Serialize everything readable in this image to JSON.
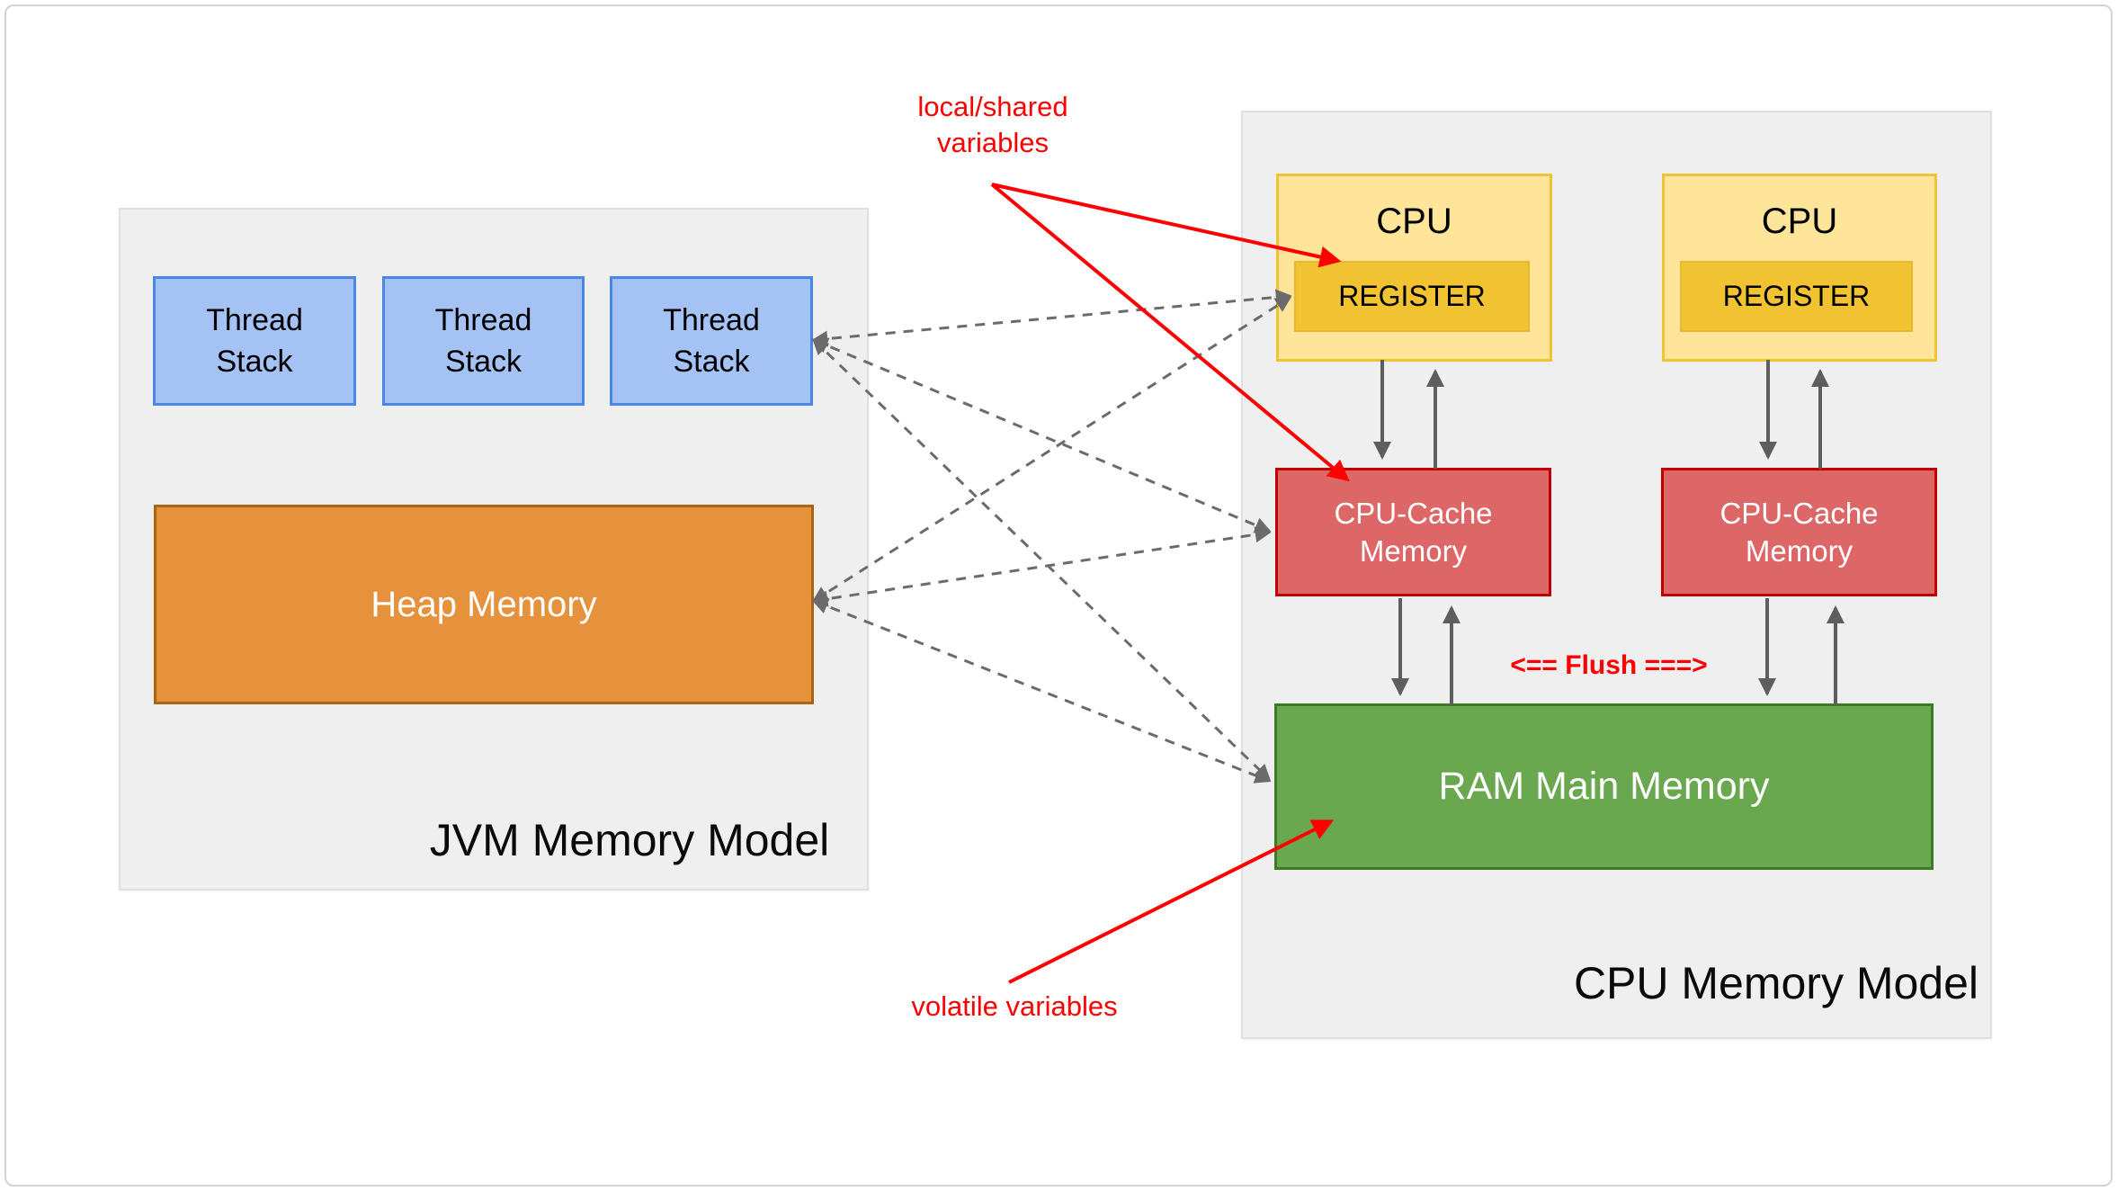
{
  "jvm_panel": {
    "title": "JVM Memory Model",
    "thread_stacks": [
      {
        "label": "Thread\nStack"
      },
      {
        "label": "Thread\nStack"
      },
      {
        "label": "Thread\nStack"
      }
    ],
    "heap_label": "Heap Memory"
  },
  "cpu_panel": {
    "title": "CPU Memory Model",
    "cpus": [
      {
        "label": "CPU",
        "register_label": "REGISTER"
      },
      {
        "label": "CPU",
        "register_label": "REGISTER"
      }
    ],
    "caches": [
      {
        "label": "CPU-Cache\nMemory"
      },
      {
        "label": "CPU-Cache\nMemory"
      }
    ],
    "ram_label": "RAM Main Memory",
    "flush_label": "<== Flush ===>"
  },
  "annotations": {
    "local_shared": "local/shared\nvariables",
    "volatile": "volatile variables"
  },
  "colors": {
    "panel_bg": "#efefef",
    "thread_stack_fill": "#a4c2f4",
    "thread_stack_border": "#4a86e8",
    "heap_fill": "#e6913c",
    "cpu_fill": "#ffe599",
    "register_fill": "#f1c232",
    "cache_fill": "#dd6666",
    "cache_border": "#c00000",
    "ram_fill": "#6aa84f",
    "annotation_red": "#fe0000",
    "connector_gray": "#6b6b6b"
  }
}
